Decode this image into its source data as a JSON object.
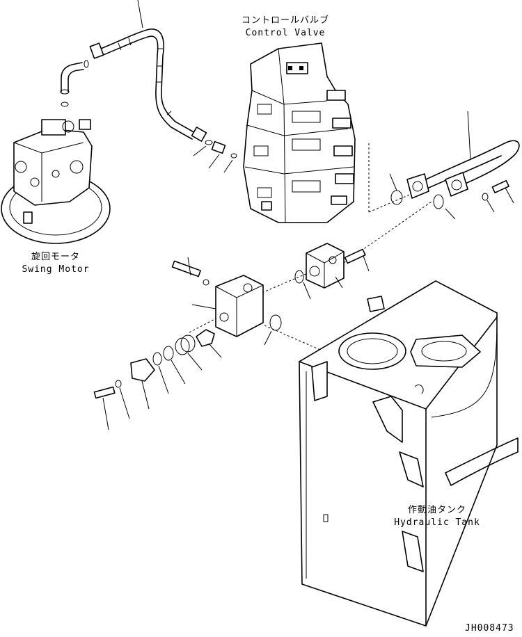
{
  "labels": {
    "control_valve_jp": "コントロールバルブ",
    "control_valve_en": "Control Valve",
    "swing_motor_jp": "旋回モータ",
    "swing_motor_en": "Swing Motor",
    "hydraulic_tank_jp": "作動油タンク",
    "hydraulic_tank_en": "Hydraulic Tank",
    "drawing_number": "JH008473"
  }
}
